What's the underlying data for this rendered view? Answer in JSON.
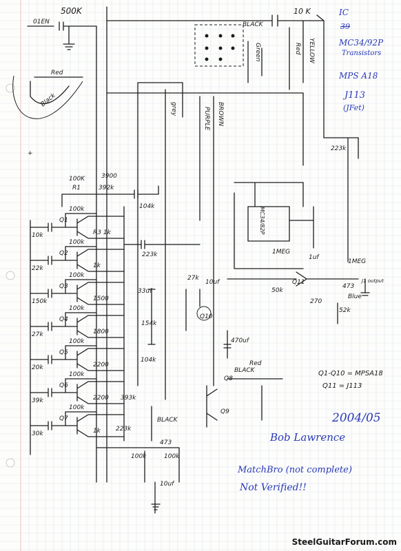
{
  "colors": {
    "ink": "#1c1c1c",
    "blue_ink": "#2838b8",
    "paper": "#fdfdfb"
  },
  "top": {
    "pot500k": "500K",
    "pot10k": "10 K",
    "black": "BLACK",
    "red": "Red",
    "yellow": "YELLOW",
    "green": "Green"
  },
  "ic_note": {
    "ic": "IC",
    "ic2": "39",
    "mc": "MC34/92P",
    "transistors": "Transistors",
    "mps": "MPS A18",
    "j113": "J113",
    "jfet": "(JFet)"
  },
  "left_leads": {
    "red": "Red",
    "black": "Black",
    "plus": "+"
  },
  "wires": {
    "grey": "grey",
    "purple": "PURPLE",
    "brown": "BROWN"
  },
  "r1": {
    "r100k": "100K",
    "r1": "R1",
    "c3900": "3900",
    "r392k": "392k",
    "c104k": "104k"
  },
  "stages": [
    {
      "q": "Q1",
      "r_left": "10k",
      "r_top": "100k",
      "r_mid": "R3 1k"
    },
    {
      "q": "Q2",
      "r_left": "22k",
      "r_top": "100k",
      "r_mid": "1k"
    },
    {
      "q": "Q3",
      "r_left": "150k",
      "r_top": "100k",
      "r_mid": "1500"
    },
    {
      "q": "Q4",
      "r_left": "27k",
      "r_top": "100k",
      "r_mid": "1800"
    },
    {
      "q": "Q5",
      "r_left": "20k",
      "r_top": "100k",
      "r_mid": "2200"
    },
    {
      "q": "Q6",
      "r_left": "39k",
      "r_top": "100k",
      "r_mid": "2200"
    },
    {
      "q": "Q7",
      "r_left": "30k",
      "r_top": "100k",
      "r_mid": "1k"
    }
  ],
  "mid_values": {
    "c223k": "223k",
    "c33uf": "33uf",
    "c154k": "154k",
    "c104k": "104k",
    "r393k": "393k",
    "c223k_b": "223k",
    "c473": "473",
    "black": "BLACK",
    "r100k_a": "100k",
    "r100k_b": "100k",
    "c10uf": "10uf"
  },
  "opamp": {
    "ic": "MC34/82P",
    "r1meg": "1MEG",
    "c1uf": "1uf",
    "r50k": "50k",
    "q11": "Q11",
    "c270": "270",
    "c223k": "223k",
    "r1meg_b": "1MEG",
    "c473": "473",
    "r_out": "J1 output",
    "blue": "Blue",
    "r52k": "52k",
    "r27k": "27k",
    "c10uf": "10uf",
    "q10": "Q10",
    "c470uf": "470uf",
    "red": "Red",
    "black": "BLACK",
    "q8": "Q8",
    "q9": "Q9"
  },
  "legend": {
    "line1": "Q1-Q10 = MPSA18",
    "line2": "Q11 = J113"
  },
  "signature": {
    "date": "2004/05",
    "name": "Bob Lawrence",
    "note1": "MatchBro (not complete)",
    "note2": "Not Verified!!"
  },
  "footer": "SteelGuitarForum.com"
}
